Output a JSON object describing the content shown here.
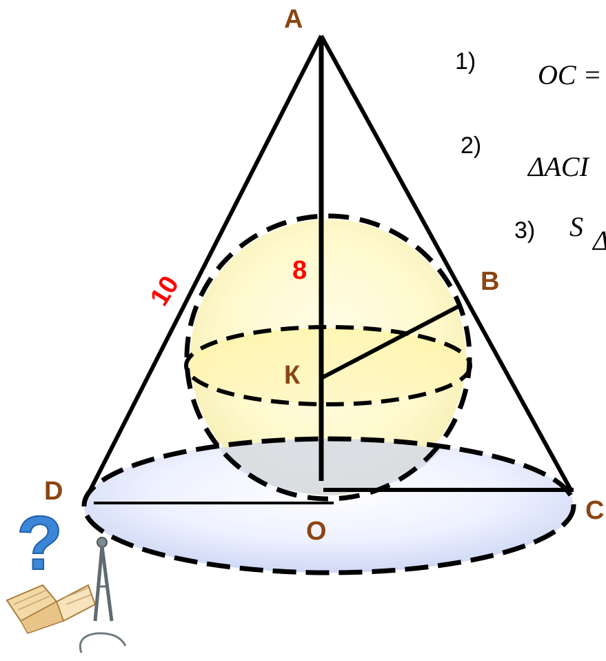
{
  "points": {
    "A": "A",
    "B": "B",
    "C": "C",
    "D": "D",
    "O": "O",
    "K": "К"
  },
  "lengths": {
    "slant_AD": "10",
    "segment_AK": "8"
  },
  "steps": [
    {
      "num": "1)",
      "text": "OC ="
    },
    {
      "num": "2)",
      "text": "ΔACI"
    },
    {
      "num": "3)",
      "text": "S"
    }
  ],
  "step3_subscript": "Δ",
  "icon": "question-book-compass-icon",
  "colors": {
    "point_label": "#8B4513",
    "length_label": "#ff0000",
    "sphere_fill": "#fffbd0",
    "base_fill": "#e6ecff"
  }
}
